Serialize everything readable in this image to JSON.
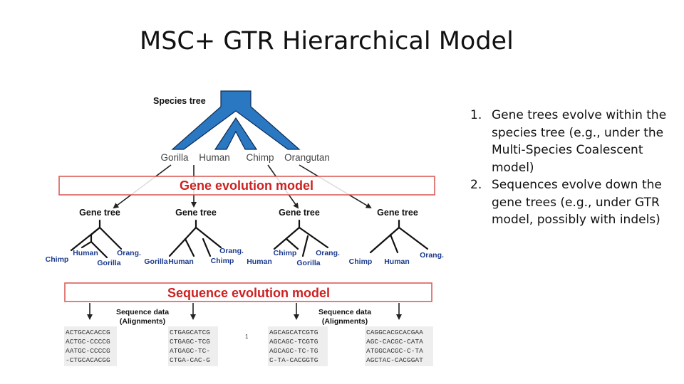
{
  "title": "MSC+ GTR Hierarchical Model",
  "bullets": [
    {
      "num": "1.",
      "text": "Gene trees evolve within the species tree (e.g., under the Multi-Species Coalescent model)"
    },
    {
      "num": "2.",
      "text": "Sequences evolve down the gene trees (e.g., under GTR model, possibly with indels)"
    }
  ],
  "figure": {
    "species_tree_label": "Species tree",
    "species": [
      "Gorilla",
      "Human",
      "Chimp",
      "Orangutan"
    ],
    "gene_evolution_label": "Gene evolution model",
    "gene_tree_label": "Gene tree",
    "gene_trees": [
      {
        "leaves": [
          "Chimp",
          "Human",
          "Gorilla",
          "Orang."
        ]
      },
      {
        "leaves": [
          "Gorilla",
          "Human",
          "Chimp",
          "Orang."
        ]
      },
      {
        "leaves": [
          "Human",
          "Chimp",
          "Gorilla",
          "Orang."
        ]
      },
      {
        "leaves": [
          "Chimp",
          "Human",
          "Orang."
        ]
      }
    ],
    "sequence_evolution_label": "Sequence evolution model",
    "sequence_data_label": [
      "Sequence data",
      "(Alignments)"
    ],
    "page_marker": "1",
    "alignments": [
      [
        "ACTGCACACCG",
        "ACTGC-CCCCG",
        "AATGC-CCCCG",
        "-CTGCACACGG"
      ],
      [
        "CTGAGCATCG",
        "CTGAGC-TCG",
        "ATGAGC-TC-",
        "CTGA-CAC-G"
      ],
      [
        "AGCAGCATCGTG",
        "AGCAGC-TCGTG",
        "AGCAGC-TC-TG",
        "C-TA-CACGGTG"
      ],
      [
        "CAGGCACGCACGAA",
        "AGC-CACGC-CATA",
        "ATGGCACGC-C-TA",
        "AGCTAC-CACGGAT"
      ]
    ],
    "colors": {
      "species_tree": "#2a78c2",
      "band_border": "#d9534f",
      "band_text": "#cc2222"
    }
  }
}
